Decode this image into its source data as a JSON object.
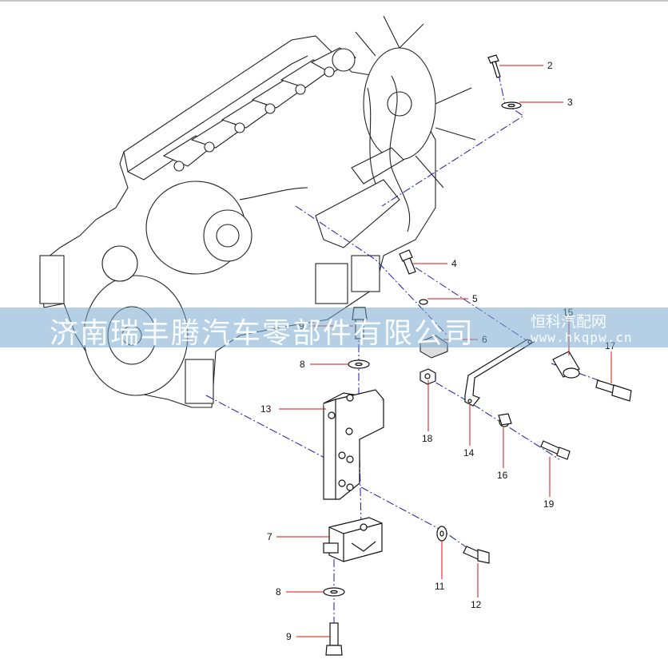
{
  "watermark": {
    "main_text": "济南瑞丰腾汽车零部件有限公司",
    "brand_text": "恒科汽配网",
    "url_text": "www.hkqpw.cn"
  },
  "callouts": [
    {
      "id": "c2",
      "label": "2"
    },
    {
      "id": "c3",
      "label": "3"
    },
    {
      "id": "c4",
      "label": "4"
    },
    {
      "id": "c5",
      "label": "5"
    },
    {
      "id": "c6",
      "label": "6"
    },
    {
      "id": "c15",
      "label": "15"
    },
    {
      "id": "c17",
      "label": "17"
    },
    {
      "id": "c9a",
      "label": "9"
    },
    {
      "id": "c8a",
      "label": "8"
    },
    {
      "id": "c13",
      "label": "13"
    },
    {
      "id": "c18",
      "label": "18"
    },
    {
      "id": "c14",
      "label": "14"
    },
    {
      "id": "c16",
      "label": "16"
    },
    {
      "id": "c19",
      "label": "19"
    },
    {
      "id": "c7",
      "label": "7"
    },
    {
      "id": "c11",
      "label": "11"
    },
    {
      "id": "c12",
      "label": "12"
    },
    {
      "id": "c8b",
      "label": "8"
    },
    {
      "id": "c9b",
      "label": "9"
    }
  ],
  "colors": {
    "leader": "#dd1111",
    "assembly_line": "#1a1ab0",
    "banner": "#78aacd"
  }
}
